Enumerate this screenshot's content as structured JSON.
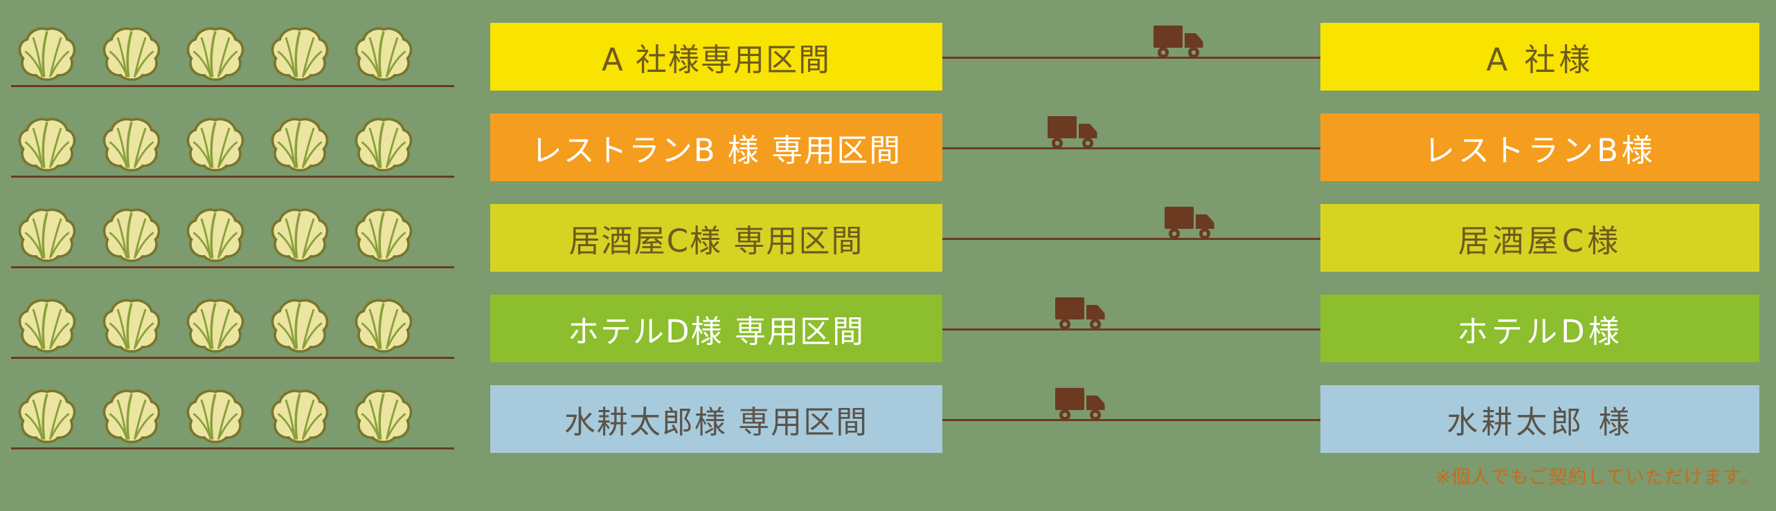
{
  "colors": {
    "background": "#7c9b6e",
    "line_brown": "#6b3a20",
    "footnote_orange": "#c96a1c",
    "lettuce_fill": "#ece5a2",
    "lettuce_leaf": "#8aa03c",
    "lettuce_outline": "#77762c"
  },
  "rows": [
    {
      "section_label": "A 社様専用区間",
      "customer_label": "A 社様",
      "box_color": "#f9e300",
      "text_color": "#6d5b1e",
      "truck_position_percent": 63,
      "lettuce_count": 5
    },
    {
      "section_label": "レストランB 様 専用区間",
      "customer_label": "レストランB様",
      "box_color": "#f59d1e",
      "text_color": "#ffffff",
      "truck_position_percent": 35,
      "lettuce_count": 5
    },
    {
      "section_label": "居酒屋C様 専用区間",
      "customer_label": "居酒屋C様",
      "box_color": "#d7d323",
      "text_color": "#6d5b1e",
      "truck_position_percent": 66,
      "lettuce_count": 5
    },
    {
      "section_label": "ホテルD様 専用区間",
      "customer_label": "ホテルD様",
      "box_color": "#8cbe2d",
      "text_color": "#ffffff",
      "truck_position_percent": 37,
      "lettuce_count": 5
    },
    {
      "section_label": "水耕太郎様 専用区間",
      "customer_label": "水耕太郎 様",
      "box_color": "#a7cbdc",
      "text_color": "#5a544b",
      "truck_position_percent": 37,
      "lettuce_count": 5
    }
  ],
  "footnote": "※個人でもご契約していただけます。"
}
